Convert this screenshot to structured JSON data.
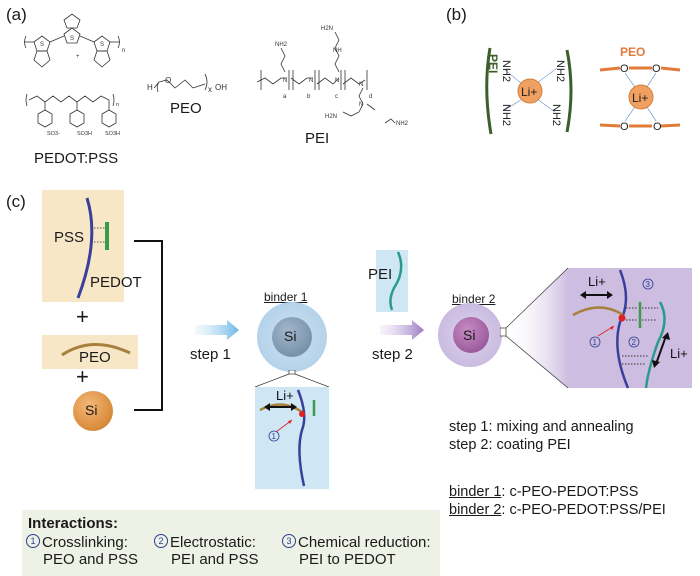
{
  "panels": {
    "a": {
      "label": "(a)",
      "structures": [
        {
          "name": "PEDOT:PSS",
          "label": "PEDOT:PSS",
          "groups": [
            "SO3-",
            "SO3H",
            "SO3H"
          ],
          "atoms": [
            "S",
            "O"
          ],
          "subscript": "n",
          "plus": "+"
        },
        {
          "name": "PEO",
          "label": "PEO",
          "left": "H",
          "right": "OH",
          "subscript": "x",
          "atom": "O"
        },
        {
          "name": "PEI",
          "label": "PEI",
          "unit_labels": [
            "a",
            "b",
            "c",
            "d"
          ],
          "groups": [
            "NH2",
            "H2N",
            "NH",
            "H2N",
            "NH2"
          ],
          "atoms": [
            "N",
            "N",
            "N",
            "N",
            "N"
          ]
        }
      ]
    },
    "b": {
      "label": "(b)",
      "pei": {
        "label": "PEI",
        "groups": [
          "NH2",
          "NH2",
          "NH2",
          "NH2"
        ],
        "ion": "Li+",
        "color": "#3b5e2b"
      },
      "peo": {
        "label": "PEO",
        "oxygens": [
          "O",
          "O",
          "O",
          "O"
        ],
        "ion": "Li+",
        "color": "#e07b39"
      }
    },
    "c": {
      "label": "(c)",
      "components": {
        "pss_label": "PSS",
        "pedot_label": "PEDOT",
        "peo_label": "PEO",
        "si_label": "Si",
        "plus": "+",
        "pei_label": "PEI"
      },
      "steps": {
        "step1": "step 1",
        "step2": "step 2"
      },
      "binder1": {
        "title": "binder 1",
        "core": "Si",
        "zoom_ion": "Li+",
        "marker": "1"
      },
      "binder2": {
        "title": "binder 2",
        "core": "Si",
        "zoom_ion_top": "Li+",
        "zoom_ion_side": "Li+",
        "markers": [
          "1",
          "2",
          "3"
        ]
      },
      "legend": {
        "title": "Interactions:",
        "items": [
          {
            "num": "1",
            "line1": "Crosslinking:",
            "line2": "PEO and PSS"
          },
          {
            "num": "2",
            "line1": "Electrostatic:",
            "line2": "PEI and PSS"
          },
          {
            "num": "3",
            "line1": "Chemical reduction:",
            "line2": "PEI to PEDOT"
          }
        ]
      },
      "step_desc": [
        "step 1: mixing and annealing",
        "step 2: coating PEI"
      ],
      "binder_desc": [
        {
          "name": "binder 1",
          "text": ": c-PEO-PEDOT:PSS"
        },
        {
          "name": "binder 2",
          "text": ": c-PEO-PEDOT:PSS/PEI"
        }
      ]
    }
  },
  "colors": {
    "pss": "#3a3f9a",
    "pedot": "#3a9a4a",
    "peo": "#b08a4a",
    "pei": "#2a9a8a",
    "si_orange": "#e0903c",
    "binder1_shell": "#bcd8ee",
    "binder2_shell": "#cdbfe0",
    "box_beige": "#f8e7c6",
    "box_blue": "#cfe6f5",
    "box_purple": "#cdbde0",
    "legend_bg": "#eef2e6",
    "crosslink_red": "#e02020"
  }
}
